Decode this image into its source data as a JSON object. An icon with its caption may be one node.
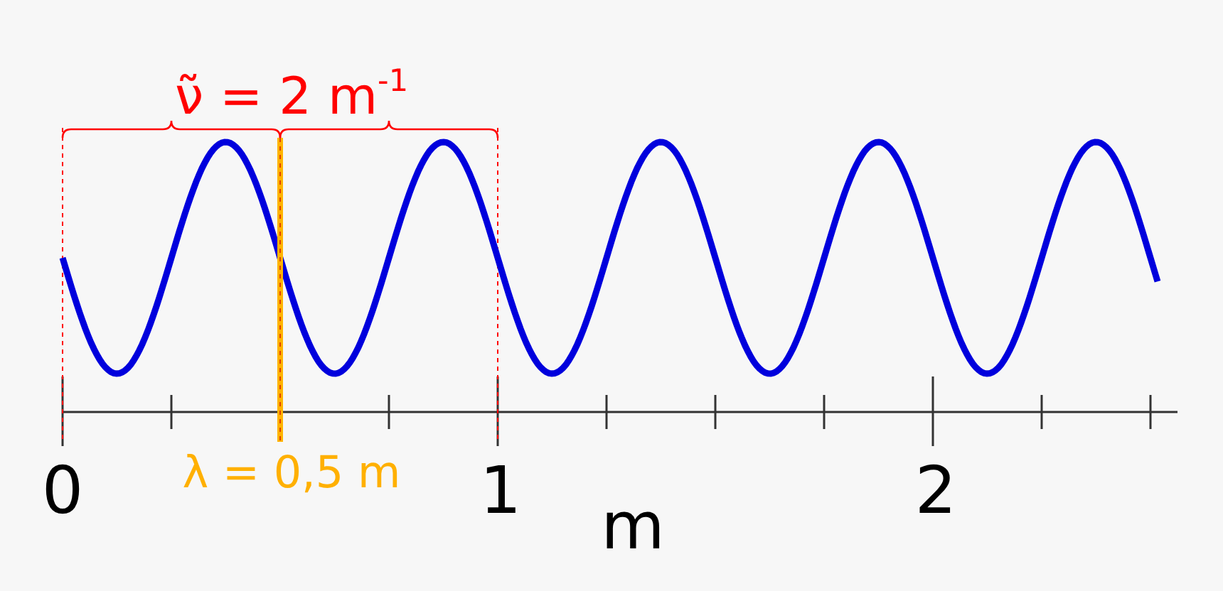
{
  "diagram": {
    "labels": [
      "ν̃ = 2 m$^{-1}$",
      "0",
      "λ = 0,5 m",
      "1",
      "2",
      "m"
    ]
  }
}
